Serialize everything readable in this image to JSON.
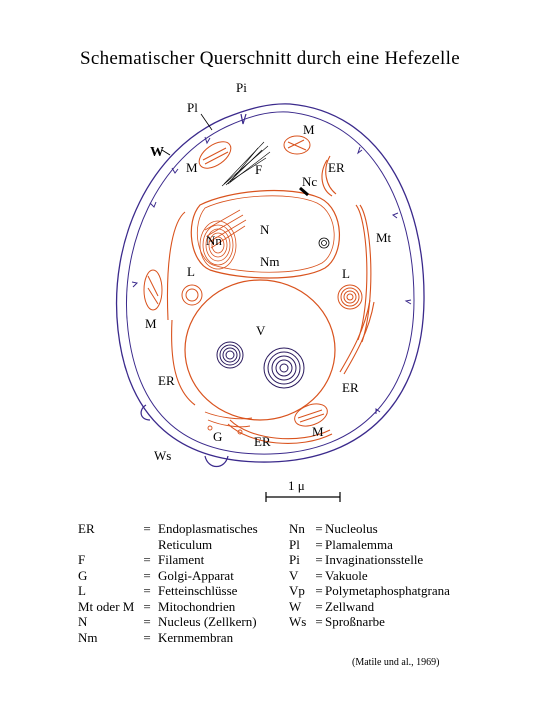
{
  "title": "Schematischer Querschnitt durch eine Hefezelle",
  "diagram_labels": {
    "pi": "Pi",
    "pl": "Pl",
    "w": "W",
    "m_top": "M",
    "m_left": "M",
    "f": "F",
    "er_top": "ER",
    "nc": "Nc",
    "n": "N",
    "nn": "Nn",
    "mt": "Mt",
    "l_left": "L",
    "nm": "Nm",
    "l_right": "L",
    "m_far_left": "M",
    "v": "V",
    "er_left": "ER",
    "er_right": "ER",
    "m_bottom": "M",
    "g": "G",
    "er_bottom": "ER",
    "ws": "Ws"
  },
  "scale_bar": {
    "label": "1 μ"
  },
  "legend_left": [
    {
      "abbr": "ER",
      "eq": "=",
      "text": "Endoplasmatisches"
    },
    {
      "abbr": "",
      "eq": "",
      "text": "Reticulum"
    },
    {
      "abbr": "F",
      "eq": "=",
      "text": "Filament"
    },
    {
      "abbr": "G",
      "eq": "=",
      "text": "Golgi-Apparat"
    },
    {
      "abbr": "L",
      "eq": "=",
      "text": "Fetteinschlüsse"
    },
    {
      "abbr": "Mt oder M",
      "eq": "=",
      "text": "Mitochondrien"
    },
    {
      "abbr": "N",
      "eq": "=",
      "text": "Nucleus (Zellkern)"
    },
    {
      "abbr": "Nm",
      "eq": "=",
      "text": "Kernmembran"
    }
  ],
  "legend_right": [
    {
      "abbr": "Nn",
      "eq": "=",
      "text": "Nucleolus"
    },
    {
      "abbr": "Pl",
      "eq": "=",
      "text": "Plamalemma"
    },
    {
      "abbr": "Pi",
      "eq": "=",
      "text": "Invaginationsstelle"
    },
    {
      "abbr": "V",
      "eq": "=",
      "text": "Vakuole"
    },
    {
      "abbr": "Vp",
      "eq": "=",
      "text": "Polymetaphosphatgrana"
    },
    {
      "abbr": "W",
      "eq": "=",
      "text": "Zellwand"
    },
    {
      "abbr": "Ws",
      "eq": "=",
      "text": "Sproßnarbe"
    }
  ],
  "citation": "(Matile und al., 1969)",
  "colors": {
    "wall": "#3b2a8c",
    "organelle": "#d9531e",
    "granule": "#2a1a5e"
  }
}
